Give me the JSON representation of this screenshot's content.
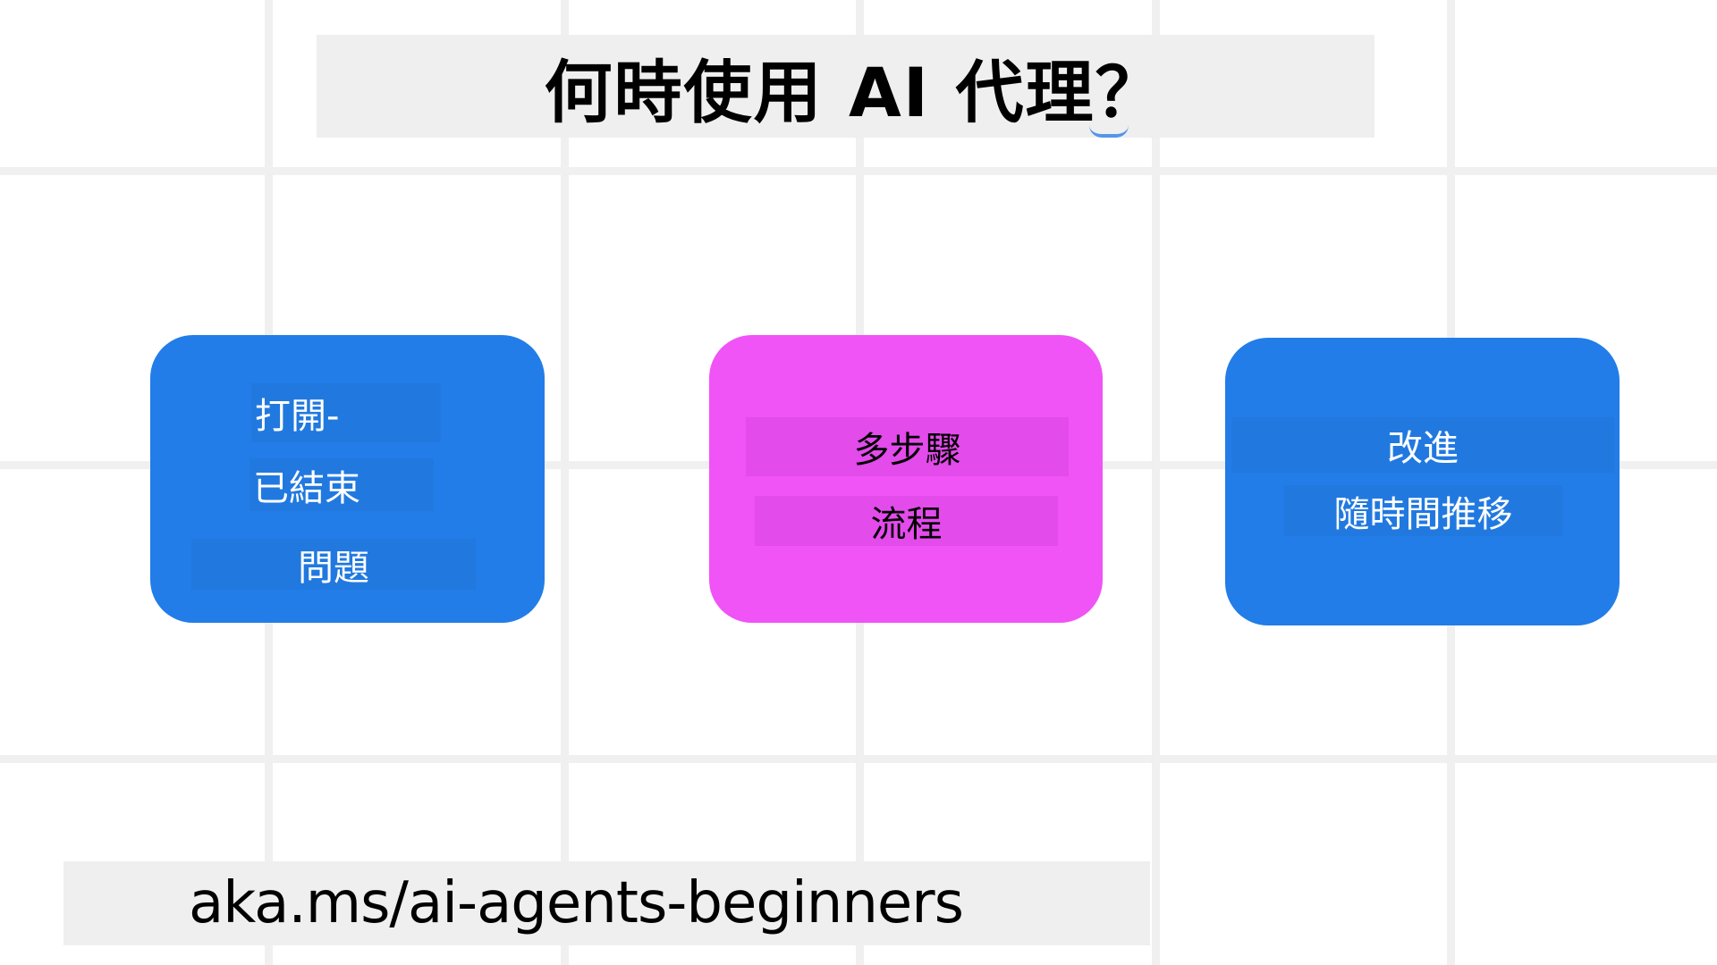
{
  "title": "何時使用 AI 代理？",
  "colors": {
    "background": "#ffffff",
    "grid": "#f0f0f0",
    "title_bar": "#efefef",
    "card_blue": "#227de8",
    "card_blue_label": "#2179e0",
    "card_pink": "#f053f6",
    "card_pink_label": "#e34beb"
  },
  "cards": [
    {
      "name": "open-ended-problems",
      "color": "blue",
      "lines": [
        "打開-",
        "已結束",
        "問題"
      ]
    },
    {
      "name": "multi-step-processes",
      "color": "pink",
      "lines": [
        "多步驟",
        "流程"
      ]
    },
    {
      "name": "improvement-over-time",
      "color": "blue",
      "lines": [
        "改進",
        "隨時間推移"
      ]
    }
  ],
  "footer": {
    "link": "aka.ms/ai-agents-beginners"
  }
}
